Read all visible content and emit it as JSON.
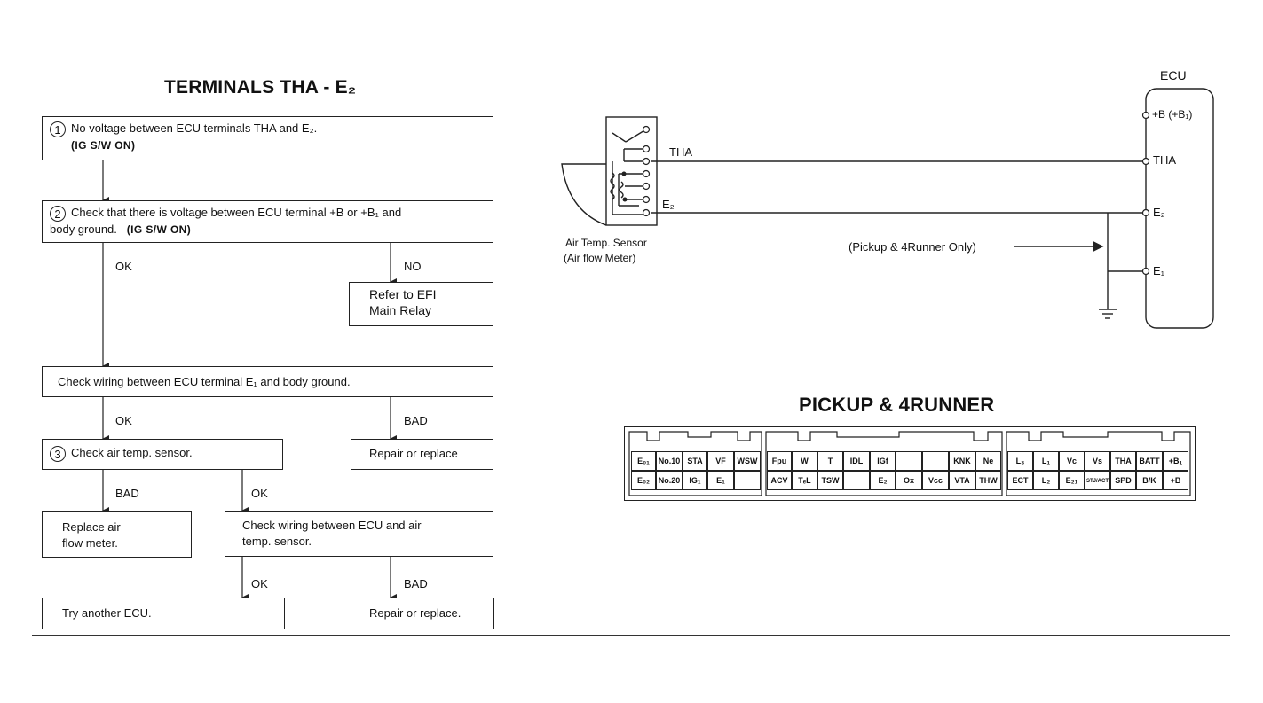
{
  "flowchart": {
    "title": "TERMINALS THA - E₂",
    "step1": {
      "num": "1",
      "line1": "No voltage between ECU terminals THA and E₂.",
      "line2": "(IG S/W ON)"
    },
    "step2": {
      "num": "2",
      "line1": "Check that there is voltage between ECU terminal +B or +B₁ and",
      "line2": "body ground.",
      "line2_bold": "(IG S/W ON)"
    },
    "step2_ok": "OK",
    "step2_no": "NO",
    "efi_relay": {
      "line1": "Refer to EFI",
      "line2": "Main Relay"
    },
    "check_e1": "Check wiring between ECU terminal E₁ and body ground.",
    "check_e1_ok": "OK",
    "check_e1_bad": "BAD",
    "repair1": "Repair or replace",
    "step3": {
      "num": "3",
      "text": "Check air temp. sensor."
    },
    "step3_bad": "BAD",
    "step3_ok": "OK",
    "replace_meter": {
      "line1": "Replace air",
      "line2": "flow meter."
    },
    "check_wiring": {
      "line1": "Check wiring between ECU and air",
      "line2": "temp. sensor."
    },
    "wiring_ok": "OK",
    "wiring_bad": "BAD",
    "try_ecu": "Try another ECU.",
    "repair2": "Repair or replace."
  },
  "circuit": {
    "ecu_label": "ECU",
    "pin_b": "+B (+B₁)",
    "pin_tha": "THA",
    "pin_e2": "E₂",
    "pin_e1": "E₁",
    "wire_tha": "THA",
    "wire_e2": "E₂",
    "sensor_line1": "Air Temp. Sensor",
    "sensor_line2": "(Air flow Meter)",
    "note": "(Pickup & 4Runner Only)"
  },
  "connector": {
    "title": "PICKUP & 4RUNNER",
    "block1_top": [
      "E₀₁",
      "No.10",
      "STA",
      "VF",
      "WSW"
    ],
    "block1_bot": [
      "E₀₂",
      "No.20",
      "IG₁",
      "E₁",
      ""
    ],
    "block2_top": [
      "Fpu",
      "W",
      "T",
      "IDL",
      "IGf",
      "",
      "",
      "KNK",
      "Ne"
    ],
    "block2_bot": [
      "ACV",
      "TₑL",
      "TSW",
      "",
      "E₂",
      "Ox",
      "Vcc",
      "VTA",
      "THW"
    ],
    "block3_top": [
      "L₃",
      "L₁",
      "Vc",
      "Vs",
      "THA",
      "BATT",
      "+B₁"
    ],
    "block3_bot": [
      "ECT",
      "L₂",
      "E₂₁",
      "STJ/ACT",
      "SPD",
      "B/K",
      "+B"
    ]
  }
}
